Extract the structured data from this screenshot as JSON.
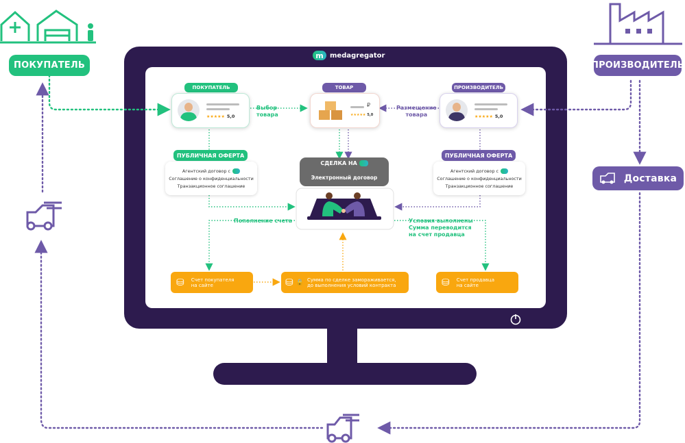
{
  "brand": {
    "name": "medagregator",
    "logo_letter": "m"
  },
  "actors": {
    "buyer_label": "ПОКУПАТЕЛЬ",
    "producer_label": "ПРОИЗВОДИТЕЛЬ",
    "delivery_label": "Доставка"
  },
  "cards": {
    "buyer": {
      "tag": "ПОКУПАТЕЛЬ",
      "rating": "5,0",
      "stars": "★★★★★"
    },
    "product": {
      "tag": "ТОВАР",
      "rating": "5,0",
      "stars": "★★★★★",
      "currency": "₽"
    },
    "producer": {
      "tag": "ПРОИЗВОДИТЕЛЬ",
      "rating": "5,0",
      "stars": "★★★★★"
    }
  },
  "flow_labels": {
    "choose_product_1": "Выбор",
    "choose_product_2": "товара",
    "place_product_1": "Размещение",
    "place_product_2": "товара",
    "top_up": "Пополнение счета",
    "conditions_1": "Условия выполнены",
    "conditions_2": "Сумма переводится",
    "conditions_3": "на счет продавца"
  },
  "offer": {
    "title": "ПУБЛИЧНАЯ ОФЕРТА",
    "line1": "Агентский договор с",
    "line2": "Соглашение о конфиденциальности",
    "line3": "Транзакционное соглашение"
  },
  "deal": {
    "title": "СДЕЛКА НА",
    "subtitle": "Электронный договор"
  },
  "accounts": {
    "buyer_1": "Счет покупателя",
    "buyer_2": "на сайте",
    "frozen_1": "Сумма по сделке замораживается,",
    "frozen_2": "до выполнения условий контракта",
    "seller_1": "Счет продавца",
    "seller_2": "на сайте"
  },
  "colors": {
    "green": "#22c17e",
    "purple": "#6e5aa8",
    "dark_purple": "#2d1b4e",
    "orange": "#f9a70f",
    "gray": "#6b6b6b"
  },
  "icons": [
    "house-icon",
    "warehouse-icon",
    "person-icon",
    "factory-icon",
    "truck-icon",
    "handshake-icon",
    "coins-icon",
    "lock-icon",
    "boxes-icon",
    "power-icon"
  ]
}
